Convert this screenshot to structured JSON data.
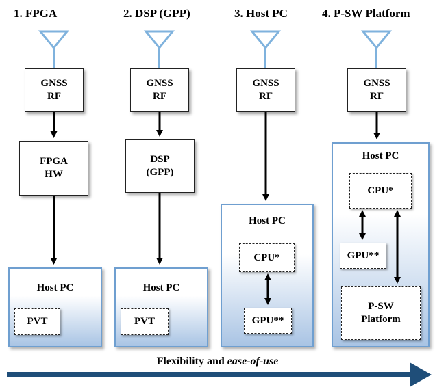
{
  "columns": [
    {
      "title": "1. FPGA",
      "rf": [
        "GNSS",
        "RF"
      ],
      "mid": [
        "FPGA",
        "HW"
      ],
      "host": "Host PC",
      "inner": [
        "PVT"
      ]
    },
    {
      "title": "2. DSP (GPP)",
      "rf": [
        "GNSS",
        "RF"
      ],
      "mid": [
        "DSP",
        "(GPP)"
      ],
      "host": "Host PC",
      "inner": [
        "PVT"
      ]
    },
    {
      "title": "3. Host PC",
      "rf": [
        "GNSS",
        "RF"
      ],
      "host": "Host PC",
      "inner": [
        "CPU*",
        "GPU**"
      ]
    },
    {
      "title": "4. P-SW Platform",
      "rf": [
        "GNSS",
        "RF"
      ],
      "host": "Host PC",
      "inner": [
        "CPU*",
        "GPU**",
        "P-SW",
        "Platform"
      ]
    }
  ],
  "footer": {
    "text_plain": "Flexibility and ",
    "text_italic": "ease-of-use"
  },
  "colors": {
    "antenna": "#7fb2dd",
    "host_border": "#6f9fd0",
    "host_gradient": "#a9c4e4",
    "big_arrow": "#1f4e79"
  }
}
